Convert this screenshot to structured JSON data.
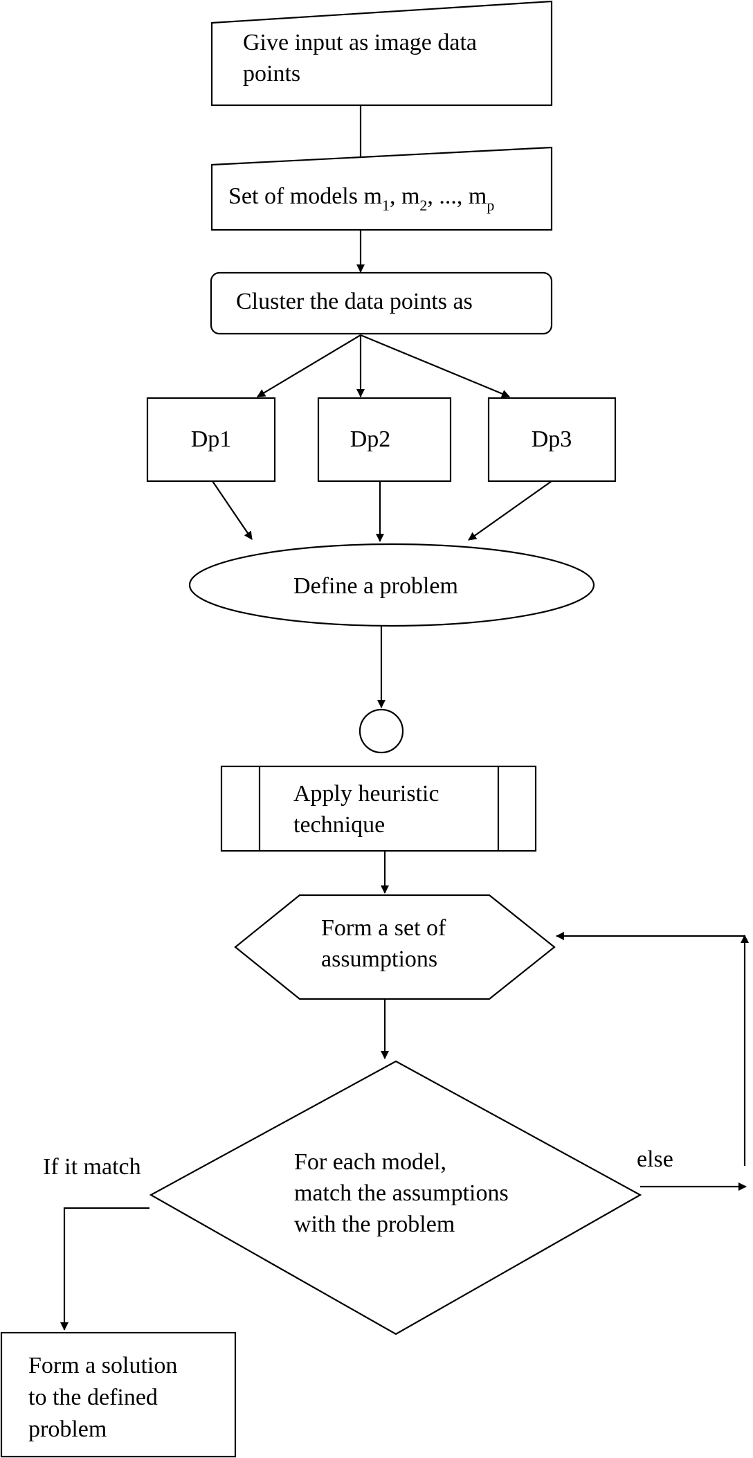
{
  "nodes": {
    "input": {
      "line1": "Give input as image data",
      "line2": "points"
    },
    "models": {
      "prefix": "Set of models m",
      "sub1": "1",
      "sep1": ", m",
      "sub2": "2",
      "sep2": ", ..., m",
      "subp": "p"
    },
    "cluster": {
      "label": "Cluster the data points as"
    },
    "dp1": {
      "label": "Dp1"
    },
    "dp2": {
      "label": "Dp2"
    },
    "dp3": {
      "label": "Dp3"
    },
    "define": {
      "label": "Define a problem"
    },
    "heuristic": {
      "line1": "Apply heuristic",
      "line2": "technique"
    },
    "assumptions": {
      "line1": "Form a set of",
      "line2": "assumptions"
    },
    "decision": {
      "line1": "For each model,",
      "line2": "match the assumptions",
      "line3": "with the problem"
    },
    "solution": {
      "line1": "Form a solution",
      "line2": "to the defined",
      "line3": "problem"
    }
  },
  "edge_labels": {
    "match": "If it match",
    "else": "else"
  }
}
